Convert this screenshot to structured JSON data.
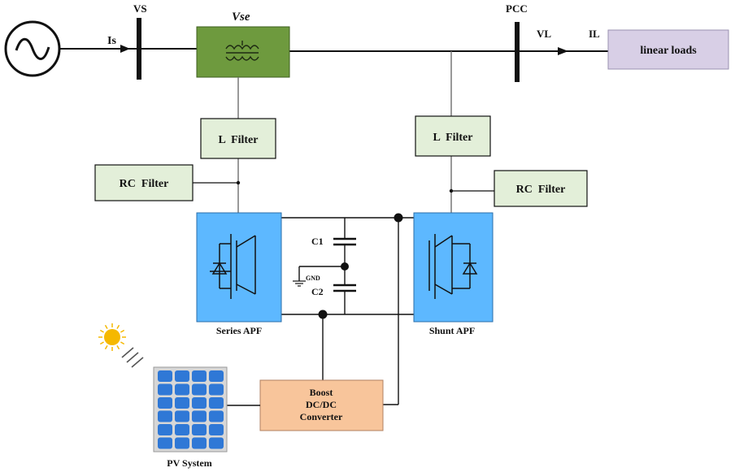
{
  "bus_labels": {
    "source_bus": "VS",
    "pcc_bus": "PCC"
  },
  "signal_labels": {
    "source_current": "Is",
    "series_voltage": "Vse",
    "load_voltage": "VL",
    "load_current": "IL"
  },
  "blocks": {
    "linear_loads": "linear loads",
    "series_l_filter": "L  Filter",
    "shunt_l_filter": "L  Filter",
    "series_rc_filter": "RC  Filter",
    "shunt_rc_filter": "RC  Filter",
    "series_apf": "Series APF",
    "shunt_apf": "Shunt APF",
    "boost_line1": "Boost",
    "boost_line2": "DC/DC",
    "boost_line3": "Converter",
    "pv_system": "PV System"
  },
  "dc_link": {
    "cap_top": "C1",
    "cap_bottom": "C2",
    "ground": "GND"
  },
  "colors": {
    "transformer": "#6e9a3e",
    "filter": "#e3efd9",
    "loads": "#d8cfe6",
    "apf": "#5db8ff",
    "boost": "#f8c59b",
    "pv_cell": "#2f78d6",
    "sun": "#f5b800"
  }
}
